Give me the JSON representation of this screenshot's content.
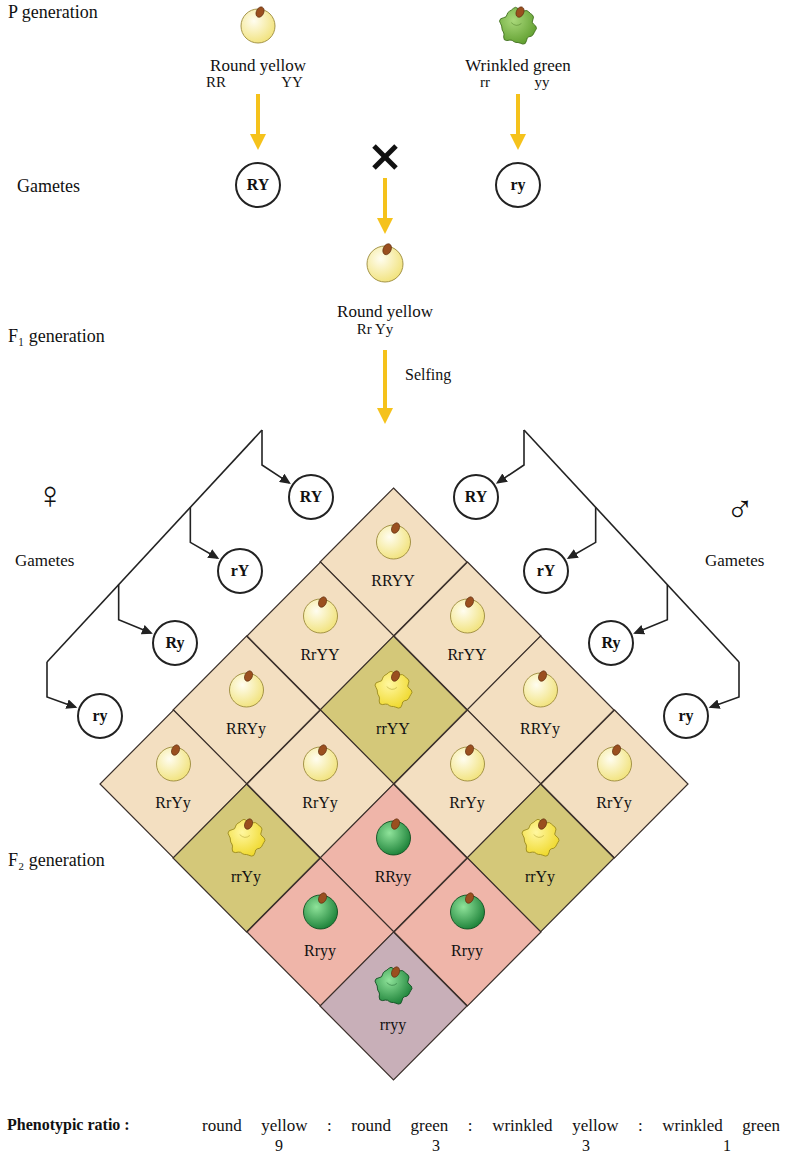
{
  "diagram": {
    "nodes": [
      {
        "text": [
          "RY"
        ]
      },
      {
        "text": [
          "ry"
        ]
      },
      {
        "text": [
          "RY"
        ]
      },
      {
        "text": [
          "RY"
        ]
      },
      {
        "text": [
          "rY"
        ]
      },
      {
        "text": [
          "rY"
        ]
      },
      {
        "text": [
          "Ry"
        ]
      },
      {
        "text": [
          "Ry"
        ]
      },
      {
        "text": [
          "ry"
        ]
      },
      {
        "text": [
          "ry"
        ]
      },
      {
        "text": [
          "RRYY"
        ]
      },
      {
        "text": [
          "RrYY"
        ]
      },
      {
        "text": [
          "RrYY"
        ]
      },
      {
        "text": [
          "RRYy"
        ]
      },
      {
        "text": [
          "rrYY"
        ]
      },
      {
        "text": [
          "RRYy"
        ]
      },
      {
        "text": [
          "RrYy"
        ]
      },
      {
        "text": [
          "RrYy"
        ]
      },
      {
        "text": [
          "RrYy"
        ]
      },
      {
        "text": [
          "RrYy"
        ]
      },
      {
        "text": [
          "rrYy"
        ]
      },
      {
        "text": [
          "RRyy"
        ]
      },
      {
        "text": [
          "rrYy"
        ]
      },
      {
        "text": [
          "Rryy"
        ]
      },
      {
        "text": [
          "Rryy"
        ]
      },
      {
        "text": [
          "rryy"
        ]
      }
    ],
    "labels": [
      "P generation",
      "Round yellow",
      "RR",
      "YY",
      "Wrinkled green",
      "rr",
      "yy",
      "Gametes",
      "Round yellow",
      "Rr Yy",
      "F₁ generation",
      "Selfing",
      "♀",
      "Gametes",
      "♂",
      "Gametes",
      "F₂ generation",
      "Phenotypic ratio :",
      "round yellow : round green : wrinkled yellow : wrinkled green",
      "9",
      "3",
      "3",
      "1"
    ]
  }
}
